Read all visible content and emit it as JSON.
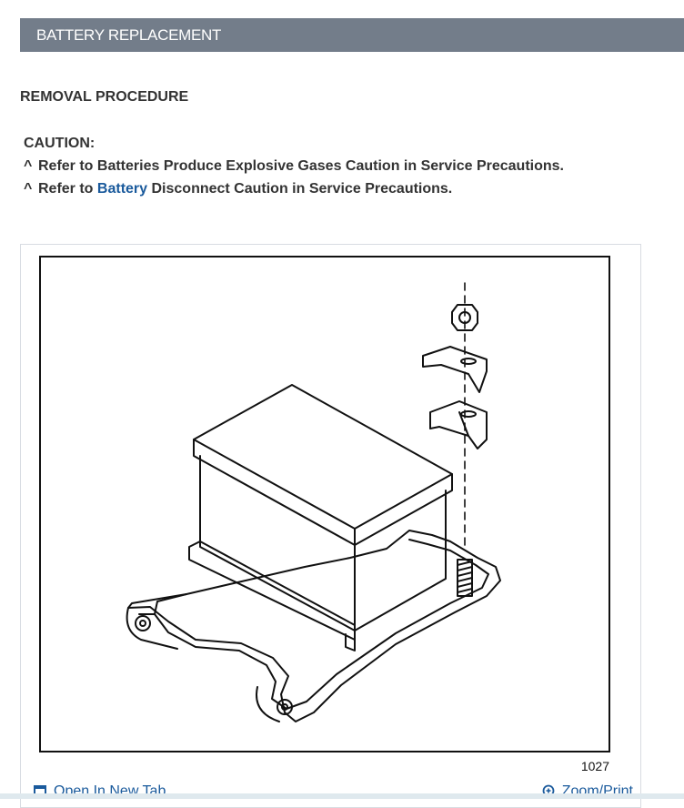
{
  "header": {
    "title": "BATTERY REPLACEMENT"
  },
  "section": {
    "title": "REMOVAL PROCEDURE"
  },
  "caution": {
    "label": "CAUTION:",
    "bullet": "^",
    "items": [
      {
        "text": "Refer to Batteries Produce Explosive Gases Caution in Service Precautions."
      },
      {
        "prefix": "Refer to ",
        "link": "Battery",
        "suffix": " Disconnect Caution in Service Precautions."
      }
    ]
  },
  "figure": {
    "number": "1027",
    "open_label": "Open In New Tab",
    "zoom_label": "Zoom/Print"
  },
  "colors": {
    "header_bg": "#737d8a",
    "link": "#1a5a9c",
    "text": "#333333"
  },
  "icons": {
    "open": "open-in-new-tab-icon",
    "zoom": "zoom-icon"
  }
}
